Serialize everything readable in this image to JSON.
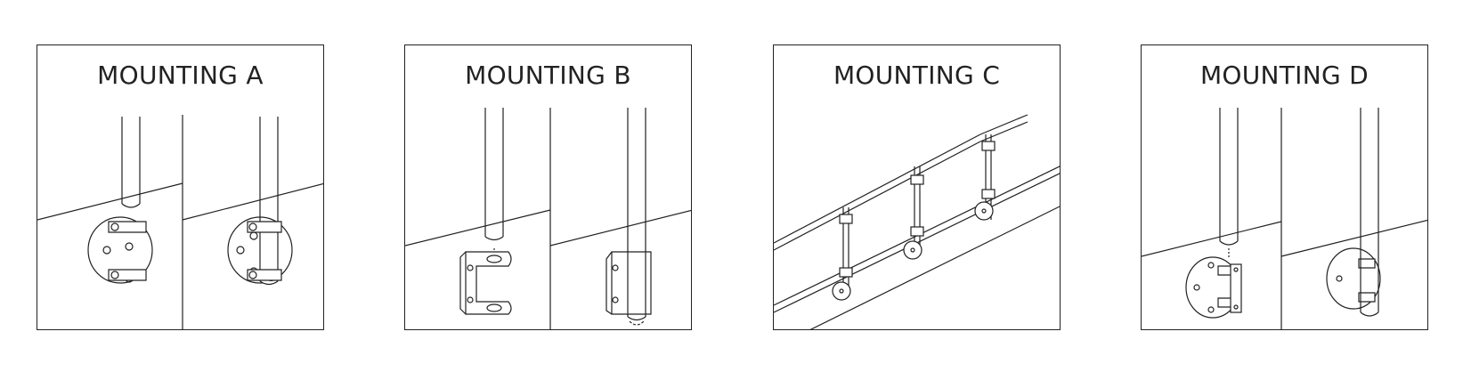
{
  "panels": [
    {
      "id": "a",
      "title": "MOUNTING A"
    },
    {
      "id": "b",
      "title": "MOUNTING B"
    },
    {
      "id": "c",
      "title": "MOUNTING C"
    },
    {
      "id": "d",
      "title": "MOUNTING D"
    }
  ],
  "colors": {
    "line": "#222222",
    "background": "#ffffff"
  }
}
